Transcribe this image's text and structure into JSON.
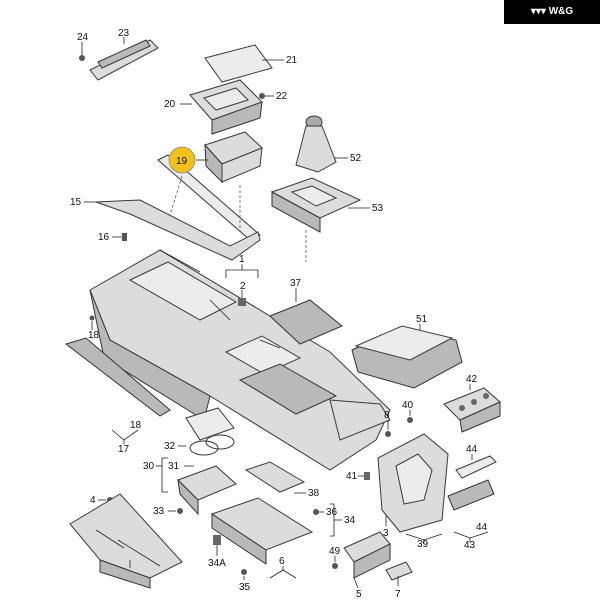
{
  "brand": {
    "text": "W&G"
  },
  "highlight_color": "#f2c21b",
  "labels": {
    "p24": "24",
    "p23": "23",
    "p21": "21",
    "p20": "20",
    "p22": "22",
    "p19": "19",
    "p52": "52",
    "p15": "15",
    "p53": "53",
    "p16": "16",
    "p1": "1",
    "p2": "2",
    "p37": "37",
    "p51": "51",
    "p18a": "18",
    "p42": "42",
    "p8": "8",
    "p40": "40",
    "p18b": "18",
    "p17": "17",
    "p32": "32",
    "p30": "30",
    "p31": "31",
    "p44a": "44",
    "p41": "41",
    "p4": "4",
    "p38": "38",
    "p33": "33",
    "p36": "36",
    "p34": "34",
    "p44b": "44",
    "p3": "3",
    "p39": "39",
    "p43": "43",
    "p34a": "34A",
    "p35": "35",
    "p6": "6",
    "p49": "49",
    "p7": "7",
    "p5": "5"
  }
}
